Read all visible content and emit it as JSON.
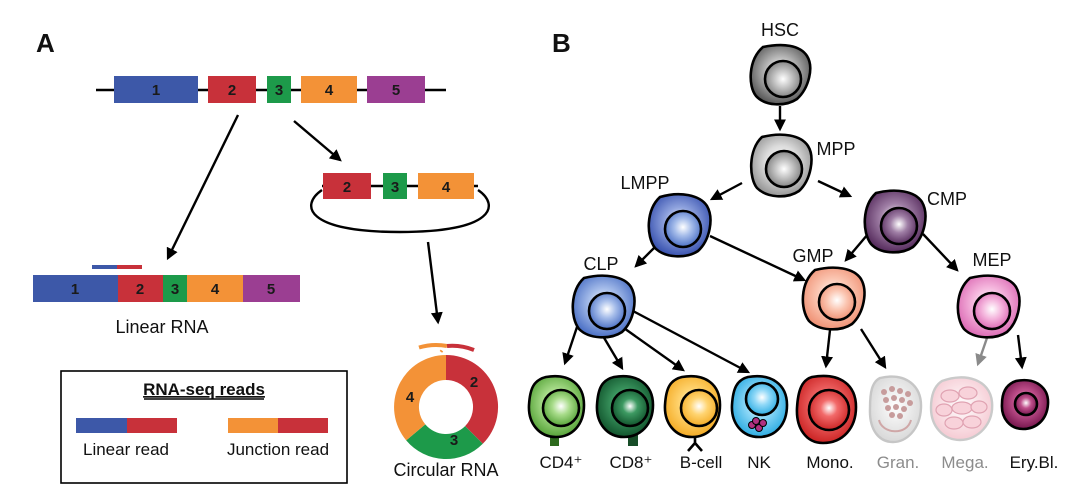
{
  "panel_a": {
    "label": "A",
    "gene_exons": [
      "1",
      "2",
      "3",
      "4",
      "5"
    ],
    "circle_exons": [
      "2",
      "3",
      "4"
    ],
    "linear_exons": [
      "1",
      "2",
      "3",
      "4",
      "5"
    ],
    "linear_rna_label": "Linear RNA",
    "circ_segments": [
      "2",
      "3",
      "4"
    ],
    "circular_rna_label": "Circular RNA",
    "legend": {
      "title": "RNA-seq reads",
      "linear_read": "Linear read",
      "junction_read": "Junction read"
    },
    "colors": {
      "exon1": "#3d58a8",
      "exon2": "#c8313a",
      "exon3": "#1d9a4a",
      "exon4": "#f39237",
      "exon5": "#9b3e92"
    }
  },
  "panel_b": {
    "label": "B",
    "cells": {
      "hsc": "HSC",
      "mpp": "MPP",
      "lmpp": "LMPP",
      "cmp": "CMP",
      "clp": "CLP",
      "gmp": "GMP",
      "mep": "MEP",
      "cd4": "CD4⁺",
      "cd8": "CD8⁺",
      "bcell": "B-cell",
      "nk": "NK",
      "mono": "Mono.",
      "gran": "Gran.",
      "mega": "Mega.",
      "erybl": "Ery.Bl."
    }
  }
}
